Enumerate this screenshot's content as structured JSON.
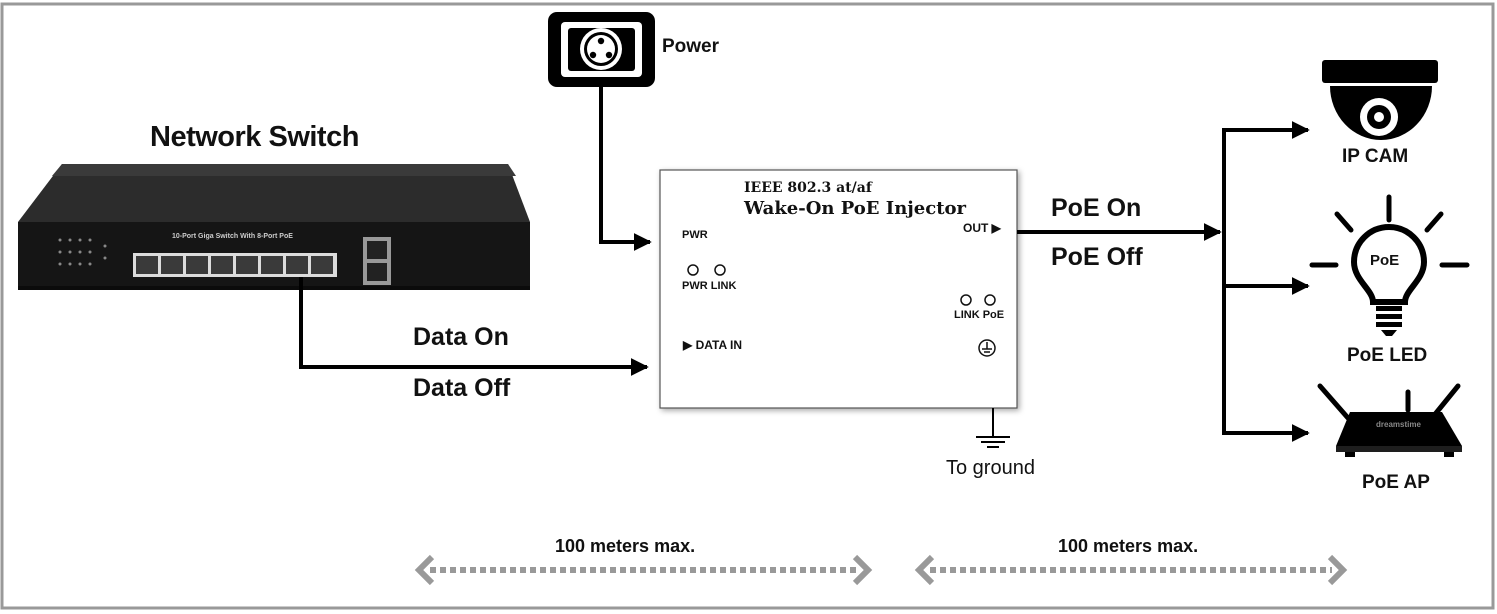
{
  "power": {
    "label": "Power"
  },
  "switch": {
    "title": "Network Switch",
    "model_text": "10-Port Giga Switch With 8-Port PoE"
  },
  "injector": {
    "line1": "IEEE 802.3 at/af",
    "line2": "Wake-On PoE Injector",
    "pwr_label": "PWR",
    "led_labels_left": "PWR LINK",
    "out_label": "OUT ▶",
    "led_labels_right": "LINK PoE",
    "data_in_label": "▶ DATA IN"
  },
  "links": {
    "data_on": "Data On",
    "data_off": "Data Off",
    "poe_on": "PoE On",
    "poe_off": "PoE Off"
  },
  "ground": {
    "label": "To ground"
  },
  "devices": [
    {
      "label": "IP CAM",
      "icon": "dome-camera-icon"
    },
    {
      "label": "PoE LED",
      "icon": "light-bulb-icon",
      "bulb_text": "PoE"
    },
    {
      "label": "PoE AP",
      "icon": "router-icon",
      "brand_text": "dreamstime"
    }
  ],
  "distances": [
    {
      "label": "100 meters max."
    },
    {
      "label": "100 meters max."
    }
  ],
  "colors": {
    "line": "#000000",
    "arrow_dashed": "#999999",
    "frame": "#999999"
  }
}
